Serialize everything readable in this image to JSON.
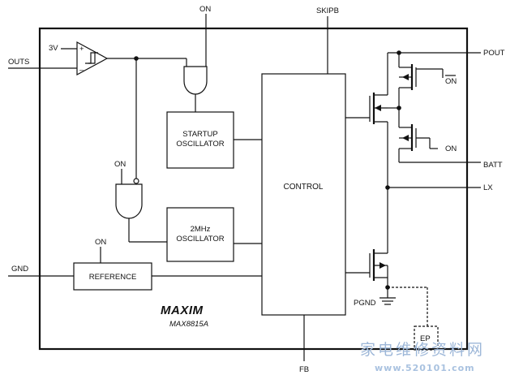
{
  "pins": {
    "outs": "OUTS",
    "gnd": "GND",
    "pout": "POUT",
    "batt": "BATT",
    "lx": "LX",
    "skipb": "SKIPB",
    "fb": "FB",
    "pgnd": "PGND",
    "ep": "EP"
  },
  "labels": {
    "threshold": "3V",
    "on_top": "ON",
    "on_nand": "ON",
    "on_reference": "ON",
    "on_bar": "ON",
    "on_switch": "ON",
    "comp_plus": "+",
    "comp_minus": "–"
  },
  "blocks": {
    "startup_line1": "STARTUP",
    "startup_line2": "OSCILLATOR",
    "osc_line1": "2MHz",
    "osc_line2": "OSCILLATOR",
    "control": "CONTROL",
    "reference": "REFERENCE"
  },
  "brand": {
    "logo": "MAXIM",
    "part_number": "MAX8815A"
  },
  "watermark": {
    "cn": "家电维修资料网",
    "url": "www.520101.com"
  }
}
